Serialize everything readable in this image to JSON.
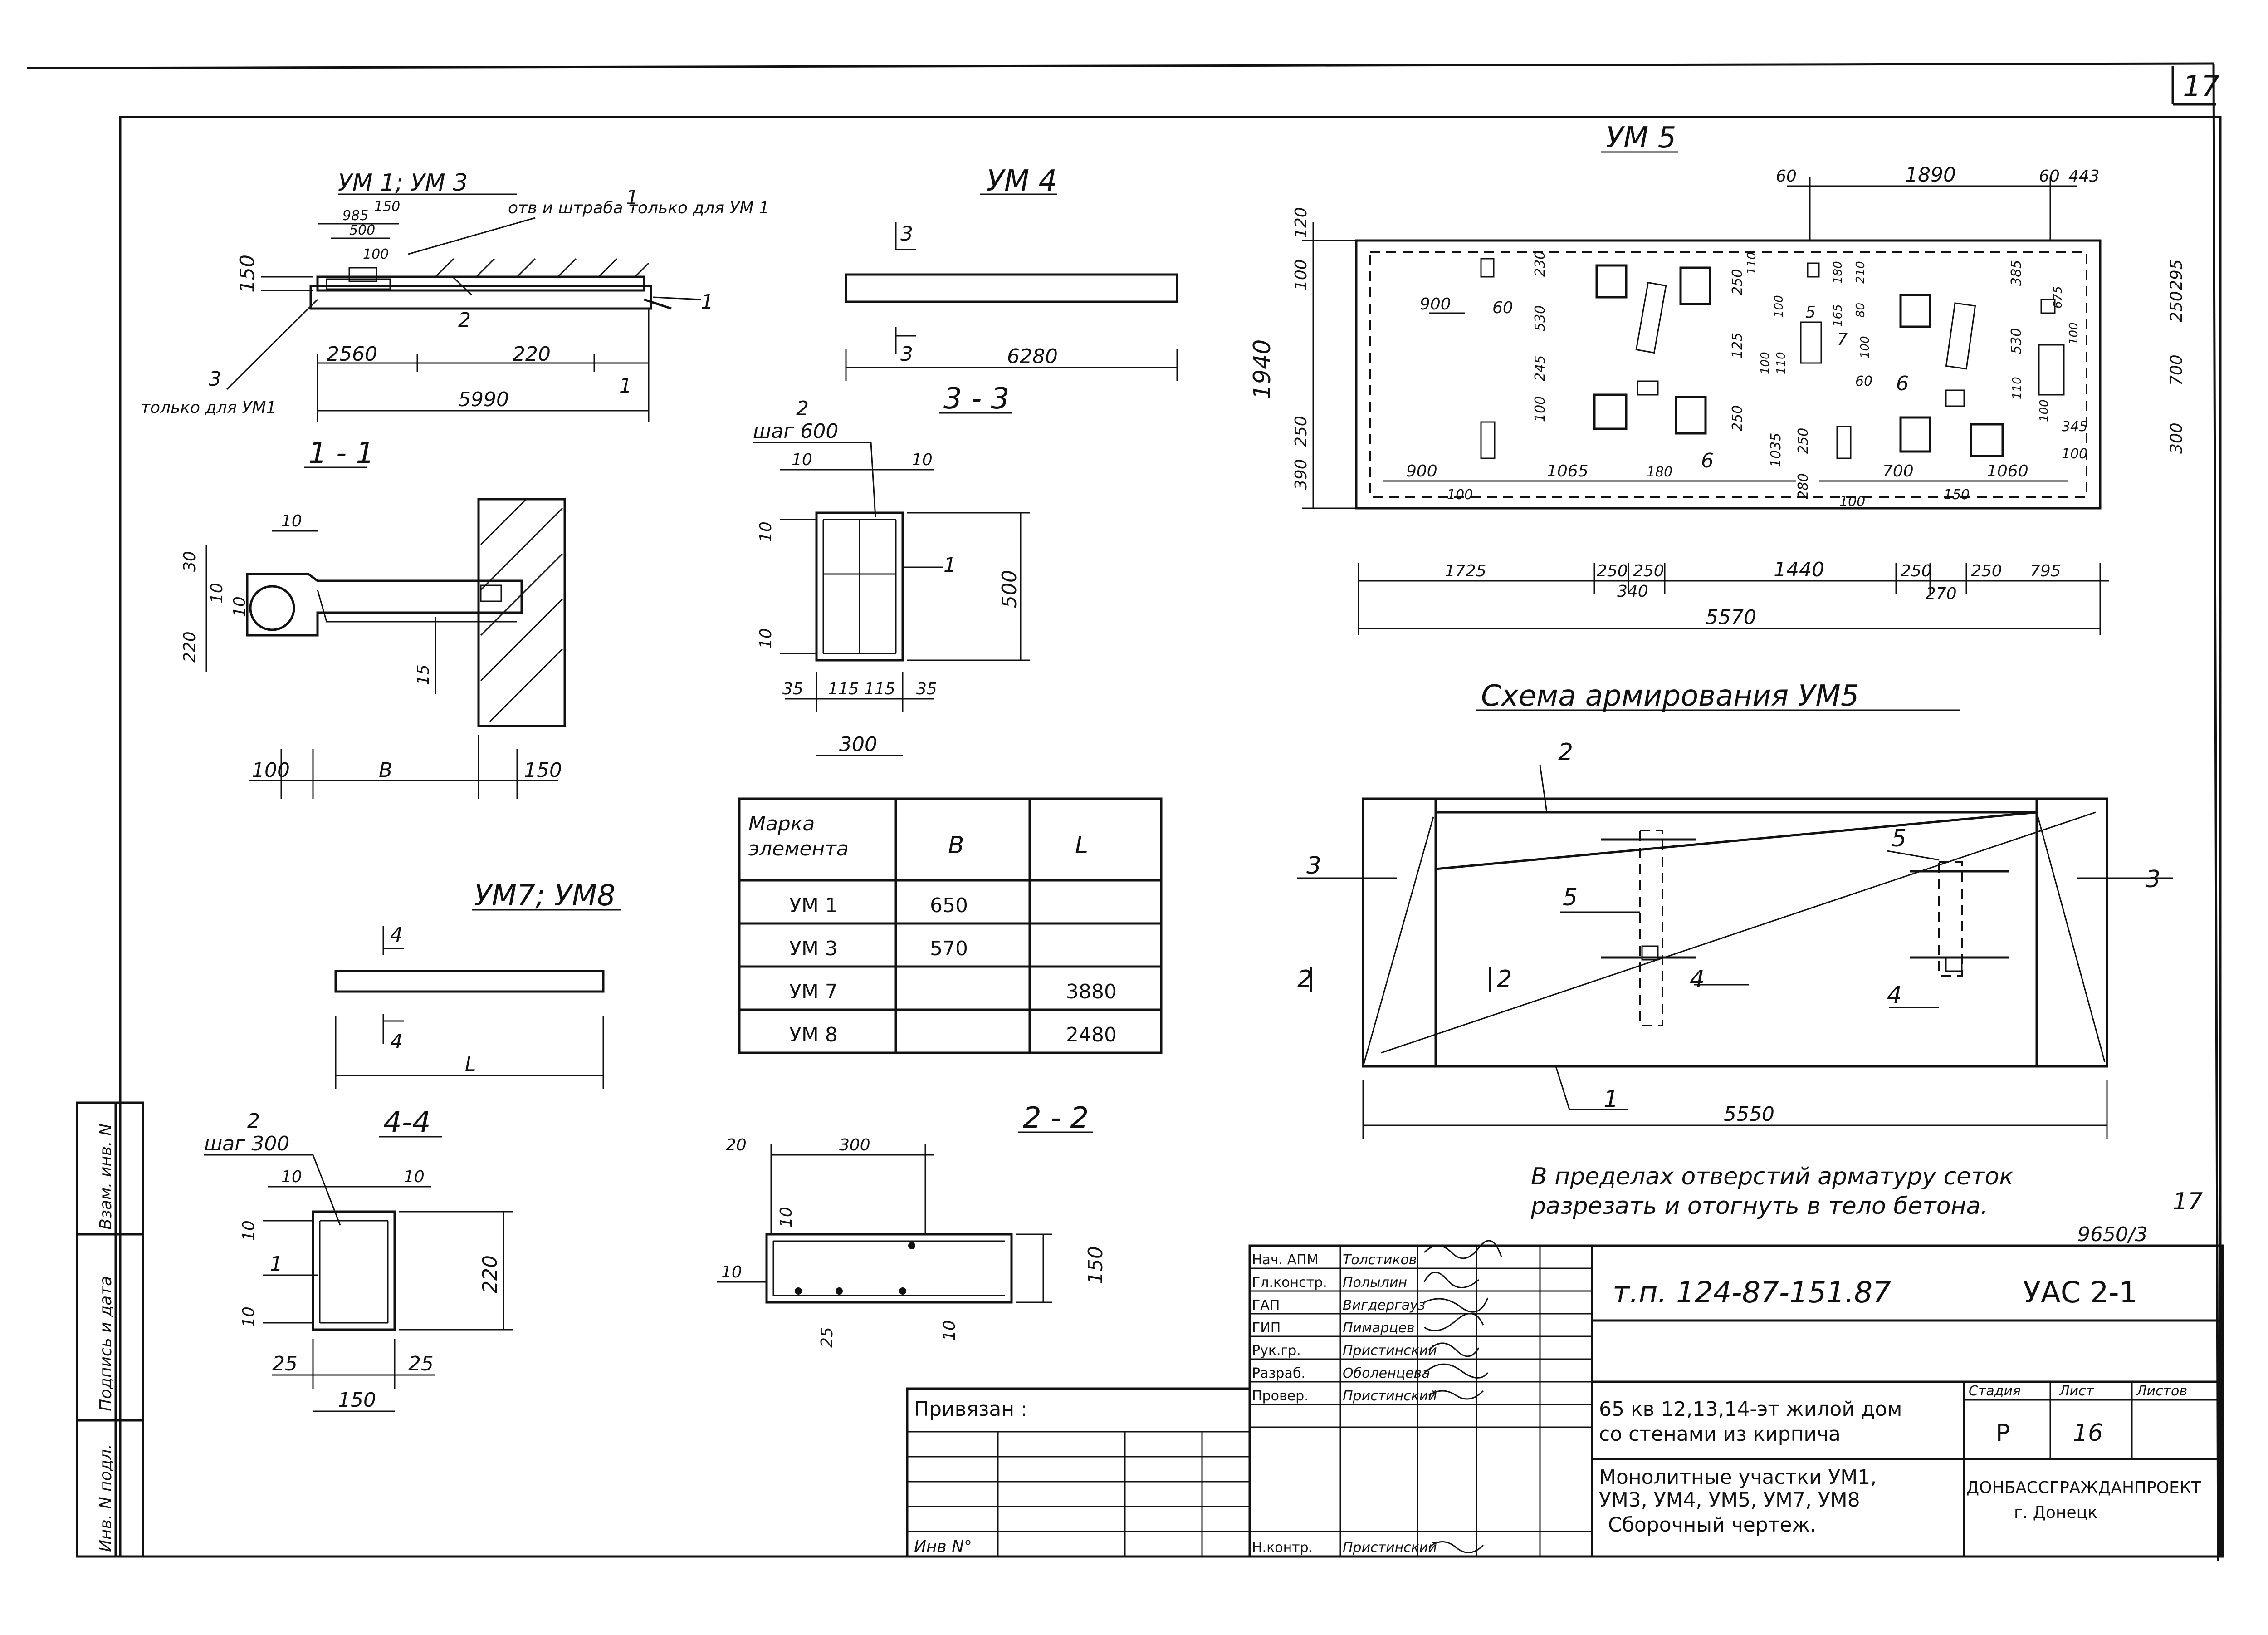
{
  "sheet": {
    "page_number": "17",
    "outer_number": "17",
    "code": "9650/3"
  },
  "views": {
    "um1_um3_title": "УМ 1;   УМ 3",
    "um1_note": "отв и штраба только для  УМ 1",
    "um1_note3": "только для УМ1",
    "um4_title": "УМ 4",
    "um5_title": "УМ 5",
    "s11_title": "1 - 1",
    "s33_title": "3 - 3",
    "um7_um8_title": "УМ7; УМ8",
    "s44_title": "4-4",
    "s22_title": "2 - 2",
    "scheme_title": "Схема   армирования   УМ5",
    "note_line1": "В пределах отверстий арматуру сеток",
    "note_line2": "разрезать и отогнуть в тело бетона."
  },
  "dims": {
    "um1": {
      "d985": "985",
      "d500": "500",
      "d150": "150",
      "d100": "100",
      "d150v": "150",
      "d2560": "2560",
      "d220": "220",
      "d5990": "5990",
      "m1": "1",
      "m2": "2",
      "m3": "3"
    },
    "um4": {
      "d6280": "6280",
      "m3a": "3",
      "m3b": "3"
    },
    "s11": {
      "d10": "10",
      "d30": "30",
      "d10b": "10",
      "d10c": "10",
      "d220": "220",
      "d15": "15",
      "d100": "100",
      "dB": "В",
      "d150": "150"
    },
    "s33": {
      "m2": "2",
      "step": "шаг 600",
      "d10a": "10",
      "d10b": "10",
      "d10c": "10",
      "d10d": "10",
      "m1": "1",
      "d500": "500",
      "d35a": "35",
      "d115a": "115",
      "d115b": "115",
      "d35b": "35",
      "d300": "300"
    },
    "um7": {
      "m4a": "4",
      "m4b": "4",
      "dL": "L"
    },
    "s44": {
      "m2": "2",
      "step": "шаг 300",
      "d10a": "10",
      "d10b": "10",
      "d10c": "10",
      "d10d": "10",
      "m1": "1",
      "d220": "220",
      "d25a": "25",
      "d25b": "25",
      "d150": "150"
    },
    "s22": {
      "d20": "20",
      "d300": "300",
      "d10a": "10",
      "d10b": "10",
      "d150": "150",
      "d25": "25",
      "d10c": "10"
    },
    "um5": {
      "d60a": "60",
      "d1890": "1890",
      "d60b": "60",
      "d443": "443",
      "d120": "120",
      "d100": "100",
      "d1940": "1940",
      "d250": "250",
      "d390": "390",
      "d900a": "900",
      "d60c": "60",
      "d230": "230",
      "d530": "530",
      "d245": "245",
      "d100b": "100",
      "d250a": "250",
      "d110": "110",
      "d100c": "100",
      "d125": "125",
      "d100d": "100",
      "d110b": "110",
      "d180": "180",
      "d210": "210",
      "d165": "165",
      "d80": "80",
      "d100e": "100",
      "d7": "7",
      "d5": "5",
      "d385": "385",
      "d675": "675",
      "d295": "295",
      "d250b": "250",
      "d530b": "530",
      "d700": "700",
      "d300": "300",
      "d100f": "100",
      "d110c": "110",
      "d345": "345",
      "d100g": "100",
      "d100h": "100",
      "d250c": "250",
      "d1035": "1035",
      "d250d": "250",
      "d280": "280",
      "d60d": "60",
      "m6a": "6",
      "m6b": "6",
      "d900b": "900",
      "d1065": "1065",
      "d180b": "180",
      "d700b": "700",
      "d1060": "1060",
      "d100i": "100",
      "d100j": "100",
      "d150": "150",
      "d1725": "1725",
      "d250e": "250",
      "d340": "340",
      "d250f": "250",
      "d1440": "1440",
      "d250g": "250",
      "d270": "270",
      "d250h": "250",
      "d795": "795",
      "d5570": "5570"
    },
    "scheme": {
      "m2": "2",
      "m3a": "3",
      "m3b": "3",
      "m5a": "5",
      "m5b": "5",
      "m4a": "4",
      "m4b": "4",
      "m1": "1",
      "s2a": "2",
      "s2b": "2",
      "d5550": "5550"
    }
  },
  "table": {
    "headers": [
      "Марка элемента",
      "В",
      "L"
    ],
    "rows": [
      [
        "УМ 1",
        "650",
        ""
      ],
      [
        "УМ 3",
        "570",
        ""
      ],
      [
        "УМ 7",
        "",
        "3880"
      ],
      [
        "УМ 8",
        "",
        "2480"
      ]
    ]
  },
  "title_block": {
    "doc_code": "т.п. 124-87-151.87",
    "sheet_code": "УАС 2-1",
    "privyazan": "Привязан :",
    "inv_no": "Инв N°",
    "roles": [
      {
        "role": "Нач. АПМ",
        "name": "Толстиков"
      },
      {
        "role": "Гл.констр.",
        "name": "Полылин"
      },
      {
        "role": "ГАП",
        "name": "Вигдергауз"
      },
      {
        "role": "ГИП",
        "name": "Пимарцев"
      },
      {
        "role": "Рук.гр.",
        "name": "Пристинский"
      },
      {
        "role": "Разраб.",
        "name": "Оболенцева"
      },
      {
        "role": "Провер.",
        "name": "Пристинский"
      },
      {
        "role": "Н.контр.",
        "name": "Пристинский"
      }
    ],
    "project_line1": "65 кв 12,13,14-эт жилой дом",
    "project_line2": "со стенами из кирпича",
    "content_line1": "Монолитные участки УМ1,",
    "content_line2": "УМ3, УМ4, УМ5, УМ7, УМ8",
    "content_line3": "Сборочный чертеж.",
    "stage_label": "Стадия",
    "sheet_label": "Лист",
    "sheets_label": "Листов",
    "stage": "Р",
    "sheet": "16",
    "sheets": "",
    "org_line1": "ДОНБАССГРАЖДАНПРОЕКТ",
    "org_line2": "г. Донецк"
  },
  "side_stamp": {
    "inv_podl": "Инв. N подл.",
    "podpis": "Подпись и дата",
    "vzam": "Взам. инв. N"
  }
}
